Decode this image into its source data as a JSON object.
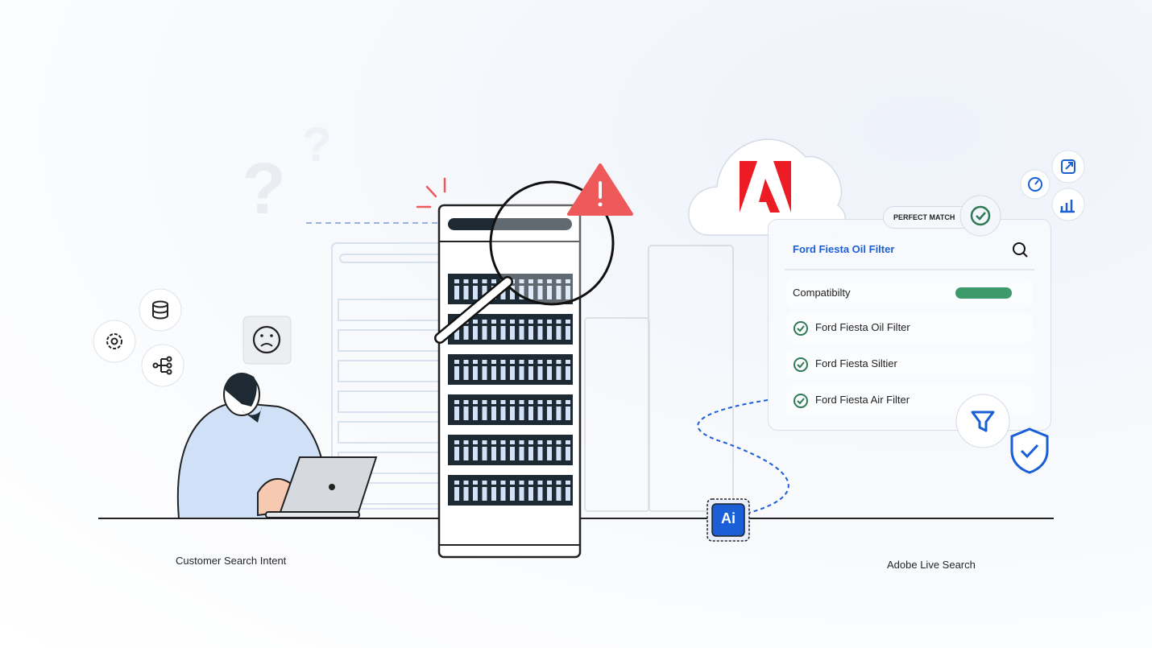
{
  "labels": {
    "left": "Customer Search Intent",
    "right": "Adobe Live Search"
  },
  "badge": {
    "perfect_match": "PERFECT MATCH"
  },
  "card": {
    "title": "Ford Fiesta Oil Filter",
    "compatibility_label": "Compatibilty",
    "compatibility_level": 1.0,
    "results": [
      "Ford Fiesta Oil Filter",
      "Ford Fiesta Siltier",
      "Ford Fiesta Air Filter"
    ]
  },
  "chip": {
    "label": "Ai"
  },
  "colors": {
    "accent": "#1a5fd6",
    "success": "#2f7a55",
    "warning": "#ee5a5a",
    "adobe": "#eb1c24",
    "dark": "#1e2a33"
  }
}
